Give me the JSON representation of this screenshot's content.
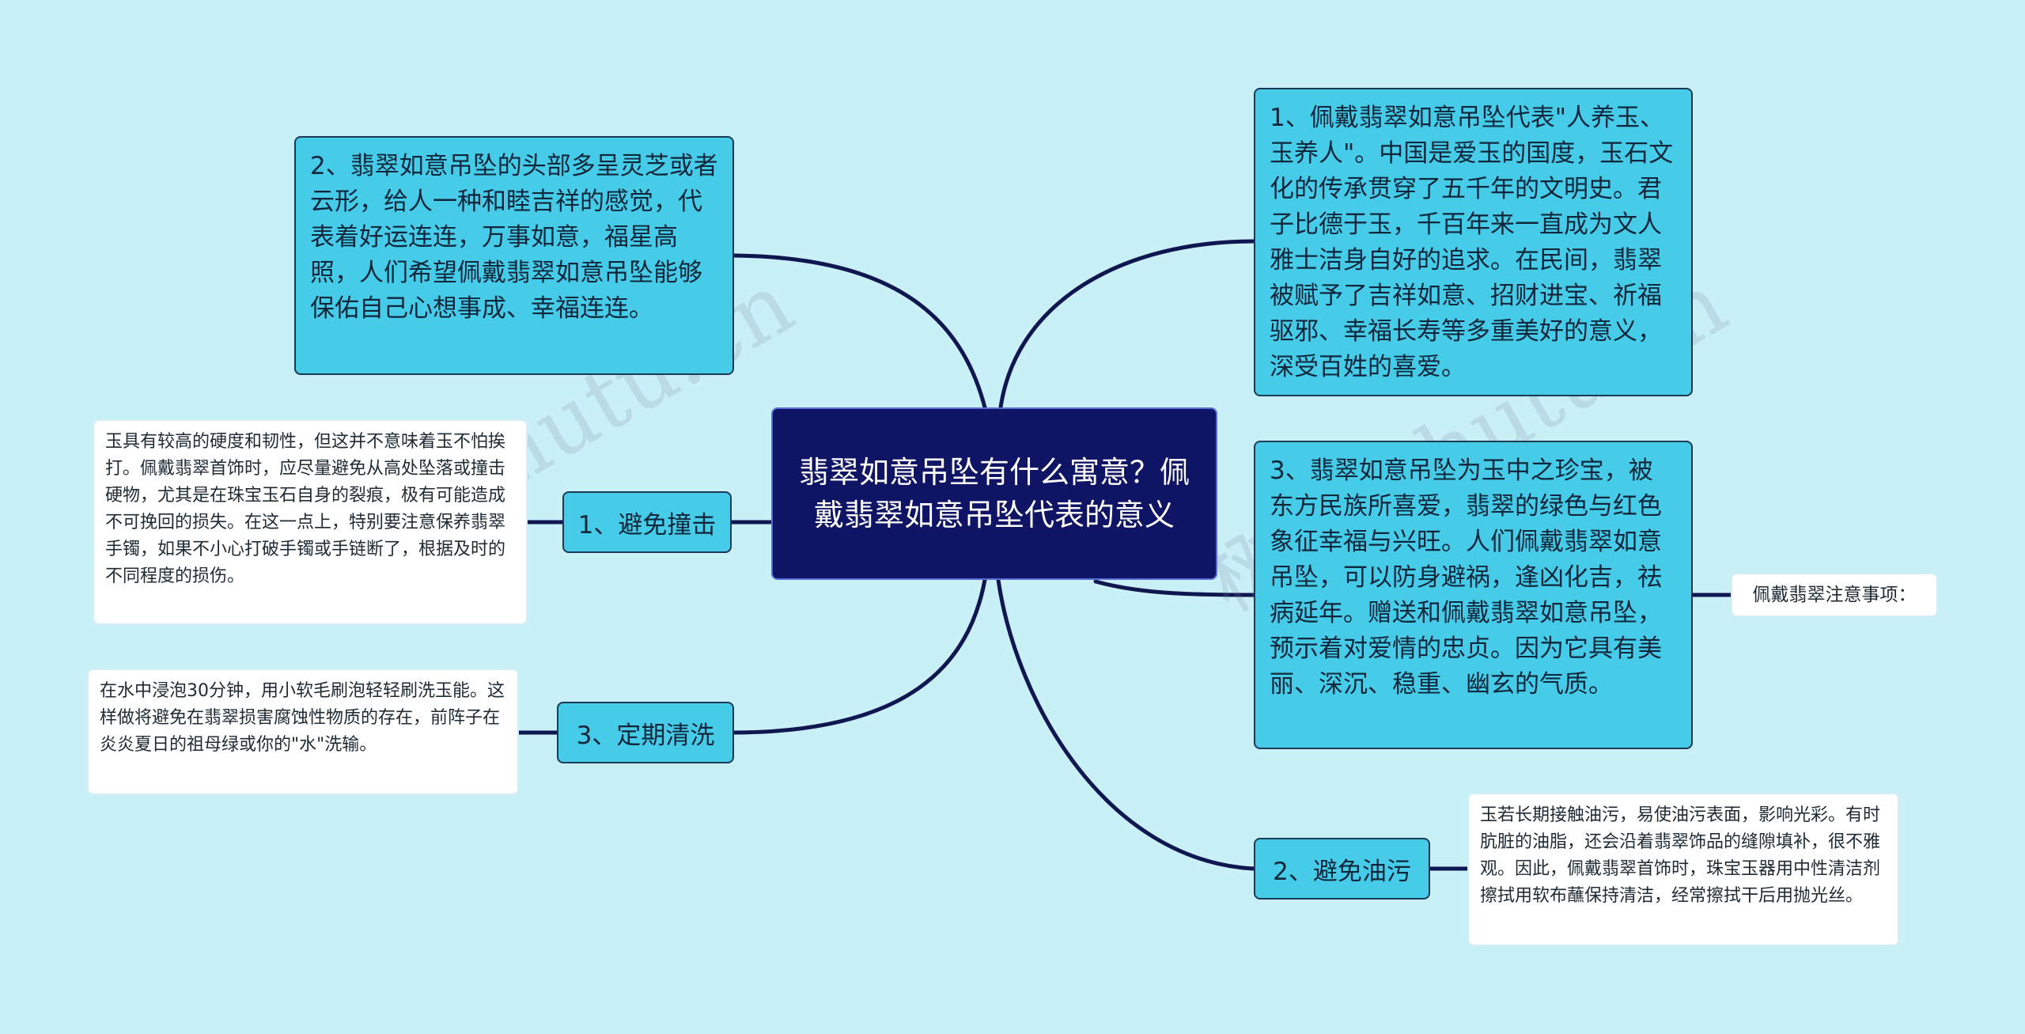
{
  "center": {
    "title": "翡翠如意吊坠有什么寓意？佩戴翡翠如意吊坠代表的意义"
  },
  "right_nodes": [
    {
      "text": "1、佩戴翡翠如意吊坠代表\"人养玉、玉养人\"。中国是爱玉的国度，玉石文化的传承贯穿了五千年的文明史。君子比德于玉，千百年来一直成为文人雅士洁身自好的追求。在民间，翡翠被赋予了吉祥如意、招财进宝、祈福驱邪、幸福长寿等多重美好的意义，深受百姓的喜爱。"
    },
    {
      "text": "3、翡翠如意吊坠为玉中之珍宝，被东方民族所喜爱，翡翠的绿色与红色象征幸福与兴旺。人们佩戴翡翠如意吊坠，可以防身避祸，逢凶化吉，祛病延年。赠送和佩戴翡翠如意吊坠，预示着对爱情的忠贞。因为它具有美丽、深沉、稳重、幽玄的气质。"
    }
  ],
  "left_nodes": [
    {
      "text": "2、翡翠如意吊坠的头部多呈灵芝或者云形，给人一种和睦吉祥的感觉，代表着好运连连，万事如意，福星高照，人们希望佩戴翡翠如意吊坠能够保佑自己心想事成、幸福连连。"
    }
  ],
  "care": {
    "label": "佩戴翡翠注意事项：",
    "items": [
      {
        "label": "1、避免撞击",
        "detail": "玉具有较高的硬度和韧性，但这并不意味着玉不怕挨打。佩戴翡翠首饰时，应尽量避免从高处坠落或撞击硬物，尤其是在珠宝玉石自身的裂痕，极有可能造成不可挽回的损失。在这一点上，特别要注意保养翡翠手镯，如果不小心打破手镯或手链断了，根据及时的不同程度的损伤。"
      },
      {
        "label": "3、定期清洗",
        "detail": "在水中浸泡30分钟，用小软毛刷泡轻轻刷洗玉能。这样做将避免在翡翠损害腐蚀性物质的存在，前阵子在炎炎夏日的祖母绿或你的\"水\"洗输。"
      },
      {
        "label": "2、避免油污",
        "detail": "玉若长期接触油污，易使油污表面，影响光彩。有时肮脏的油脂，还会沿着翡翠饰品的缝隙填补，很不雅观。因此，佩戴翡翠首饰时，珠宝玉器用中性清洁剂擦拭用软布蘸保持清洁，经常擦拭干后用抛光丝。"
      }
    ]
  },
  "watermark": {
    "text_left": "树图 shutu.cn",
    "text_right": "树图 shutu.cn"
  },
  "colors": {
    "background": "#c9eff7",
    "center_fill": "#0f1464",
    "node_fill": "#46cbe8",
    "line": "#0f1650",
    "leaf_fill": "#ffffff"
  }
}
